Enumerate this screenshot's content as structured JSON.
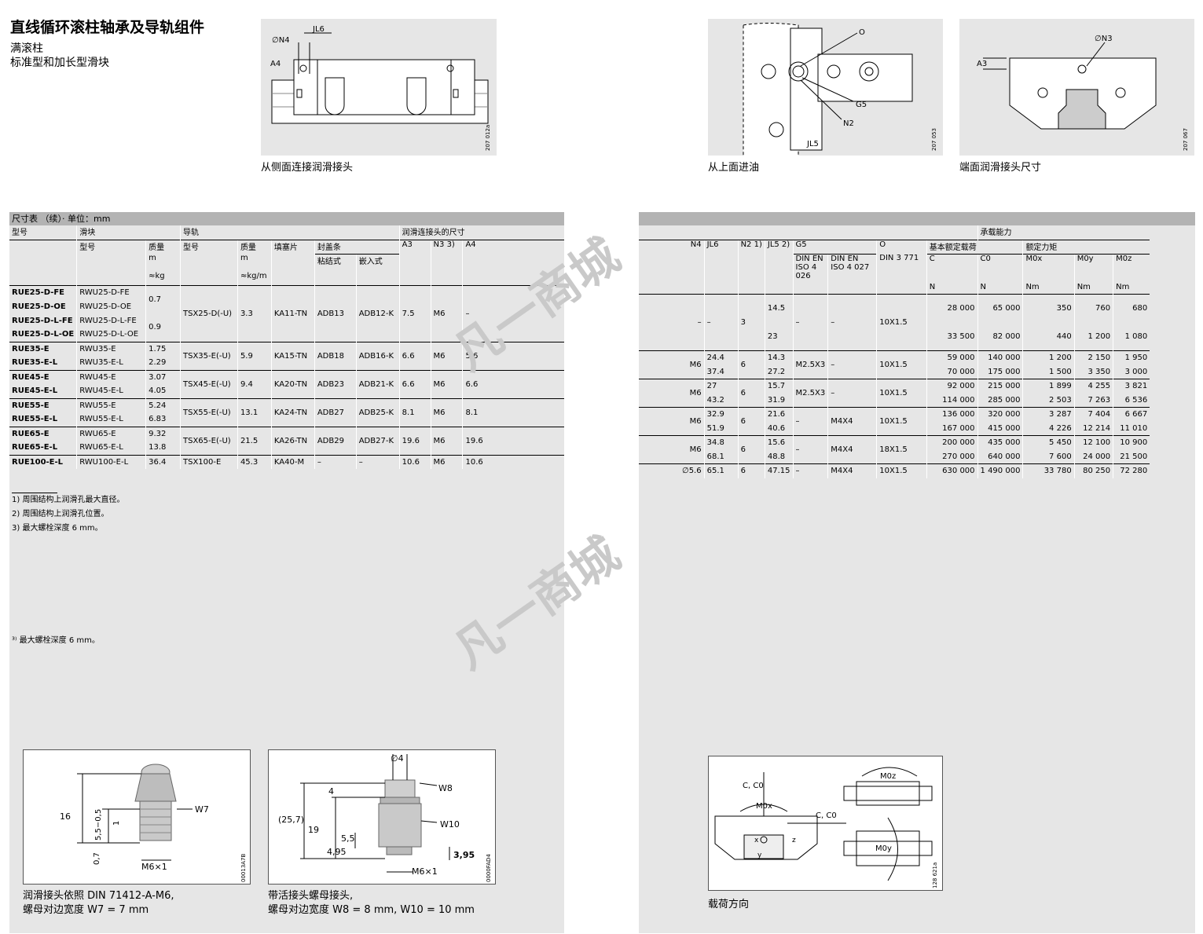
{
  "header": {
    "title": "直线循环滚柱轴承及导轨组件",
    "subtitle_1": "满滚柱",
    "subtitle_2": "标准型和加长型滑块"
  },
  "figures": {
    "side": {
      "caption": "从侧面连接润滑接头",
      "code": "207 012a",
      "labels": [
        "∅N4",
        "JL6",
        "A4"
      ]
    },
    "top": {
      "caption": "从上面进油",
      "code": "207 053",
      "labels": [
        "O",
        "G5",
        "N2",
        "JL5"
      ]
    },
    "end": {
      "caption": "端面润滑接头尺寸",
      "code": "207 067",
      "labels": [
        "∅N3",
        "A3"
      ]
    }
  },
  "left_table": {
    "section_title": "尺寸表 （续）· 单位：mm",
    "h1": {
      "model": "型号",
      "carriage": "滑块",
      "rail": "导轨",
      "lube": "润滑连接头的尺寸"
    },
    "h2": {
      "c_type": "型号",
      "c_mass": "质量",
      "r_type": "型号",
      "r_mass": "质量",
      "plug": "填塞片",
      "strip": "封盖条",
      "a3": "A3",
      "n3": "N3 3)",
      "a4": "A4"
    },
    "h3": {
      "m1": "m",
      "m2": "m",
      "glued": "粘结式",
      "inserted": "嵌入式"
    },
    "h4": {
      "kg": "≈kg",
      "kgm": "≈kg/m"
    },
    "groups": [
      {
        "rows": [
          [
            "RUE25-D-FE",
            "RWU25-D-FE"
          ],
          [
            "RUE25-D-OE",
            "RWU25-D-OE"
          ],
          [
            "RUE25-D-L-FE",
            "RWU25-D-L-FE"
          ],
          [
            "RUE25-D-L-OE",
            "RWU25-D-L-OE"
          ]
        ],
        "masses": [
          "0.7",
          "0.9"
        ],
        "rail": "TSX25-D(-U)",
        "rmass": "3.3",
        "plug": "KA11-TN",
        "glued": "ADB13",
        "ins": "ADB12-K",
        "a3": "7.5",
        "n3": "M6",
        "a4": "–"
      },
      {
        "rows": [
          [
            "RUE35-E",
            "RWU35-E"
          ],
          [
            "RUE35-E-L",
            "RWU35-E-L"
          ]
        ],
        "masses": [
          "1.75",
          "2.29"
        ],
        "rail": "TSX35-E(-U)",
        "rmass": "5.9",
        "plug": "KA15-TN",
        "glued": "ADB18",
        "ins": "ADB16-K",
        "a3": "6.6",
        "n3": "M6",
        "a4": "5.6"
      },
      {
        "rows": [
          [
            "RUE45-E",
            "RWU45-E"
          ],
          [
            "RUE45-E-L",
            "RWU45-E-L"
          ]
        ],
        "masses": [
          "3.07",
          "4.05"
        ],
        "rail": "TSX45-E(-U)",
        "rmass": "9.4",
        "plug": "KA20-TN",
        "glued": "ADB23",
        "ins": "ADB21-K",
        "a3": "6.6",
        "n3": "M6",
        "a4": "6.6"
      },
      {
        "rows": [
          [
            "RUE55-E",
            "RWU55-E"
          ],
          [
            "RUE55-E-L",
            "RWU55-E-L"
          ]
        ],
        "masses": [
          "5.24",
          "6.83"
        ],
        "rail": "TSX55-E(-U)",
        "rmass": "13.1",
        "plug": "KA24-TN",
        "glued": "ADB27",
        "ins": "ADB25-K",
        "a3": "8.1",
        "n3": "M6",
        "a4": "8.1"
      },
      {
        "rows": [
          [
            "RUE65-E",
            "RWU65-E"
          ],
          [
            "RUE65-E-L",
            "RWU65-E-L"
          ]
        ],
        "masses": [
          "9.32",
          "13.8"
        ],
        "rail": "TSX65-E(-U)",
        "rmass": "21.5",
        "plug": "KA26-TN",
        "glued": "ADB29",
        "ins": "ADB27-K",
        "a3": "19.6",
        "n3": "M6",
        "a4": "19.6"
      },
      {
        "rows": [
          [
            "RUE100-E-L",
            "RWU100-E-L"
          ]
        ],
        "masses": [
          "36.4"
        ],
        "rail": "TSX100-E",
        "rmass": "45.3",
        "plug": "KA40-M",
        "glued": "–",
        "ins": "–",
        "a3": "10.6",
        "n3": "M6",
        "a4": "10.6"
      }
    ]
  },
  "right_table": {
    "h1": {
      "load": "承载能力"
    },
    "h2": {
      "n4": "N4",
      "jl6": "JL6",
      "n2": "N2 1)",
      "jl5": "JL5 2)",
      "g5": "G5",
      "o": "O",
      "basic": "基本额定载荷",
      "moment": "额定力矩"
    },
    "h3": {
      "din4026": "DIN EN ISO 4 026",
      "din4027": "DIN EN ISO 4 027",
      "din3771": "DIN 3 771",
      "c": "C",
      "c0": "C0",
      "mox": "M0x",
      "moy": "M0y",
      "moz": "M0z"
    },
    "h4": {
      "N1": "N",
      "N2": "N",
      "Nm1": "Nm",
      "Nm2": "Nm",
      "Nm3": "Nm"
    },
    "groups": [
      {
        "n4": "–",
        "jl6": [
          "–"
        ],
        "n2": "3",
        "jl5": [
          "14.5",
          "23"
        ],
        "g4026": "–",
        "g4027": "–",
        "o": "10X1.5",
        "loads": [
          [
            "28 000",
            "65 000",
            "350",
            "760",
            "680"
          ],
          [
            "33 500",
            "82 000",
            "440",
            "1 200",
            "1 080"
          ]
        ]
      },
      {
        "n4": "M6",
        "jl6": [
          "24.4",
          "37.4"
        ],
        "n2": "6",
        "jl5": [
          "14.3",
          "27.2"
        ],
        "g4026": "M2.5X3",
        "g4027": "–",
        "o": "10X1.5",
        "loads": [
          [
            "59 000",
            "140 000",
            "1 200",
            "2 150",
            "1 950"
          ],
          [
            "70 000",
            "175 000",
            "1 500",
            "3 350",
            "3 000"
          ]
        ]
      },
      {
        "n4": "M6",
        "jl6": [
          "27",
          "43.2"
        ],
        "n2": "6",
        "jl5": [
          "15.7",
          "31.9"
        ],
        "g4026": "M2.5X3",
        "g4027": "–",
        "o": "10X1.5",
        "loads": [
          [
            "92 000",
            "215 000",
            "1 899",
            "4 255",
            "3 821"
          ],
          [
            "114 000",
            "285 000",
            "2 503",
            "7 263",
            "6 536"
          ]
        ]
      },
      {
        "n4": "M6",
        "jl6": [
          "32.9",
          "51.9"
        ],
        "n2": "6",
        "jl5": [
          "21.6",
          "40.6"
        ],
        "g4026": "–",
        "g4027": "M4X4",
        "o": "10X1.5",
        "loads": [
          [
            "136 000",
            "320 000",
            "3 287",
            "7 404",
            "6 667"
          ],
          [
            "167 000",
            "415 000",
            "4 226",
            "12 214",
            "11 010"
          ]
        ]
      },
      {
        "n4": "M6",
        "jl6": [
          "34.8",
          "68.1"
        ],
        "n2": "6",
        "jl5": [
          "15.6",
          "48.8"
        ],
        "g4026": "–",
        "g4027": "M4X4",
        "o": "18X1.5",
        "loads": [
          [
            "200 000",
            "435 000",
            "5 450",
            "12 100",
            "10 900"
          ],
          [
            "270 000",
            "640 000",
            "7 600",
            "24 000",
            "21 500"
          ]
        ]
      },
      {
        "n4": "∅5.6",
        "jl6": [
          "65.1"
        ],
        "n2": "6",
        "jl5": [
          "47.15"
        ],
        "g4026": "–",
        "g4027": "M4X4",
        "o": "10X1.5",
        "loads": [
          [
            "630 000",
            "1 490 000",
            "33 780",
            "80 250",
            "72 280"
          ]
        ]
      }
    ]
  },
  "footnotes": [
    "1) 周围结构上润滑孔最大直径。",
    "2) 周围结构上润滑孔位置。",
    "3) 最大螺栓深度 6 mm。",
    "³⁾ 最大螺栓深度 6 mm。"
  ],
  "watermark": "凡一商城",
  "bottom": {
    "grease": {
      "caption1": "润滑接头依照 DIN 71412-A-M6,",
      "caption2": "螺母对边宽度 W7 = 7 mm",
      "code": "00013A7B",
      "dims": [
        "16",
        "5,5−0,5",
        "1",
        "0,7",
        "W7",
        "M6×1"
      ]
    },
    "swivel": {
      "caption1": "带活接头螺母接头,",
      "caption2": "螺母对边宽度 W8 = 8 mm, W10 = 10 mm",
      "code": "0000FAD4",
      "dims": [
        "∅4",
        "4",
        "W8",
        "(25,7)",
        "19",
        "5,5",
        "W10",
        "4,95",
        "3,95",
        "M6×1"
      ]
    },
    "load": {
      "caption": "载荷方向",
      "code": "128 621a",
      "labels": [
        "C, C0",
        "M0x",
        "C, C0",
        "M0z",
        "M0y",
        "x",
        "z",
        "y"
      ]
    }
  }
}
